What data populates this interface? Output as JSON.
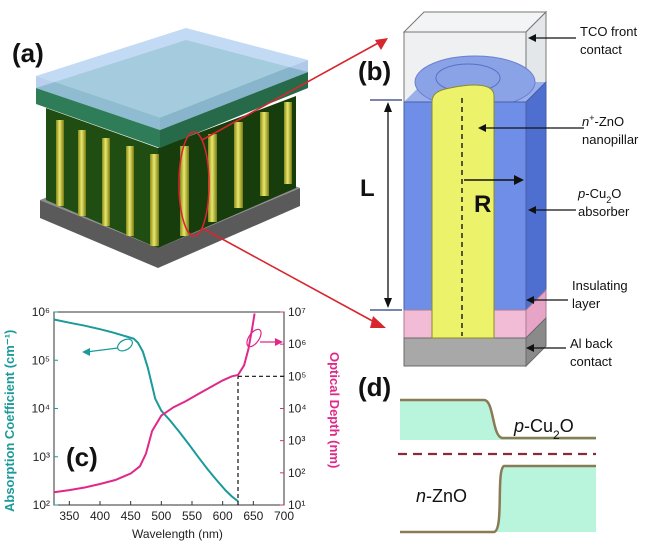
{
  "panels": {
    "a": "(a)",
    "b": "(b)",
    "c": "(c)",
    "d": "(d)"
  },
  "device": {
    "labels": {
      "tco_line1": "TCO front",
      "tco_line2": "contact",
      "zno_prefix": "n",
      "zno_sup": "+",
      "zno_rest": "-ZnO",
      "zno_line2": "nanopillar",
      "cu2o_p": "p",
      "cu2o_rest_a": "-Cu",
      "cu2o_sub": "2",
      "cu2o_rest_b": "O",
      "cu2o_line2": "absorber",
      "ins_line1": "Insulating",
      "ins_line2": "layer",
      "al_line1": "Al back",
      "al_line2": "contact",
      "L": "L",
      "R": "R"
    },
    "colors": {
      "tco": "#eef0f2",
      "absorber": "#6f8ee8",
      "pillar": "#ecf26a",
      "insulating": "#f2bcd6",
      "al": "#a8a8a8",
      "arrow": "#d8262f"
    }
  },
  "chart_data": {
    "type": "line",
    "xlabel": "Wavelength (nm)",
    "ylabel_left": "Absorption Coefficient (cm⁻¹)",
    "ylabel_right": "Optical Depth (nm)",
    "x_ticks": [
      350,
      400,
      450,
      500,
      550,
      600,
      650,
      700
    ],
    "xlim": [
      325,
      700
    ],
    "y_left_scale": "log",
    "y_left_range": [
      100,
      1000000
    ],
    "y_left_ticks": [
      "10²",
      "10³",
      "10⁴",
      "10⁵",
      "10⁶"
    ],
    "y_right_scale": "log",
    "y_right_range": [
      10,
      10000000
    ],
    "y_right_ticks": [
      "10¹",
      "10²",
      "10³",
      "10⁴",
      "10⁵",
      "10⁶",
      "10⁷"
    ],
    "series": [
      {
        "axis": "left",
        "color": "#1a9a9a",
        "x": [
          325,
          350,
          375,
          400,
          420,
          440,
          455,
          462,
          470,
          478,
          485,
          490,
          500,
          515,
          530,
          545,
          560,
          575,
          590,
          605,
          615,
          625
        ],
        "y": [
          700000,
          600000,
          520000,
          440000,
          380000,
          320000,
          280000,
          230000,
          150000,
          70000,
          30000,
          16000,
          9000,
          5500,
          3200,
          1800,
          1000,
          560,
          330,
          200,
          150,
          120
        ]
      },
      {
        "axis": "right",
        "color": "#e0288a",
        "x": [
          325,
          350,
          375,
          400,
          425,
          450,
          465,
          475,
          485,
          500,
          520,
          540,
          560,
          580,
          600,
          615,
          625,
          635,
          642,
          648,
          652
        ],
        "y": [
          25,
          29,
          35,
          45,
          60,
          95,
          160,
          400,
          2000,
          6000,
          11000,
          17000,
          28000,
          46000,
          75000,
          100000,
          110000,
          220000,
          700000,
          3000000,
          9000000
        ]
      }
    ],
    "guide": {
      "x": 625,
      "y_right": 100000
    }
  },
  "band": {
    "top_label_p": "p",
    "top_label_rest_a": "-Cu",
    "top_label_sub": "2",
    "top_label_rest_b": "O",
    "bottom_label_n": "n",
    "bottom_label_rest": "-ZnO",
    "fill_color": "#b9f5dd",
    "line_color": "#8a7a55",
    "dash_color": "#8a2b3a"
  }
}
